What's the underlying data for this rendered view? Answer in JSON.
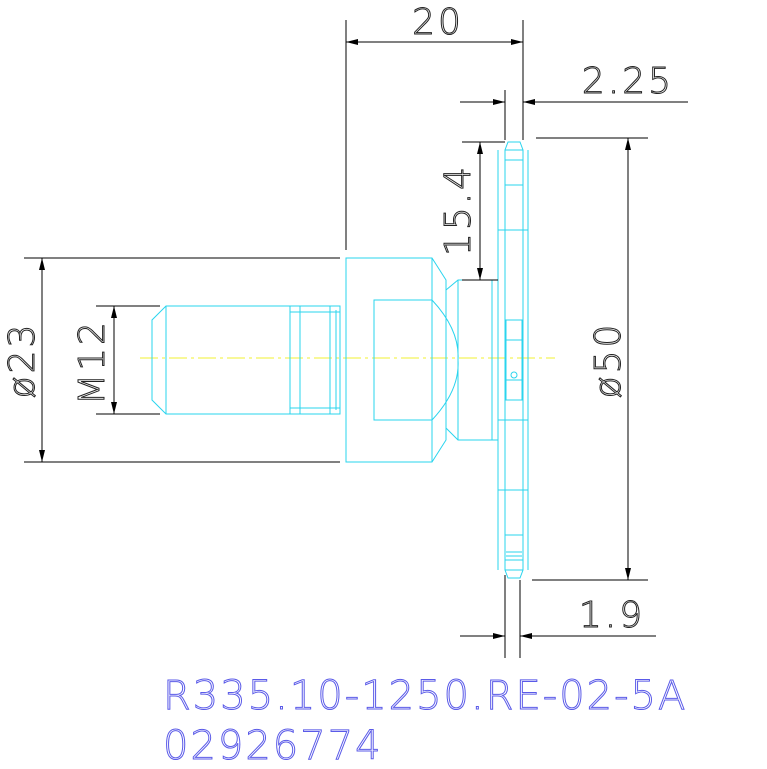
{
  "drawing": {
    "dimensions": {
      "length": "20",
      "flange_thickness": "2.25",
      "height": "15.4",
      "outer_diameter": "ø50",
      "shank_diameter": "ø23",
      "thread": "M12",
      "edge_thickness": "1.9"
    },
    "colors": {
      "geometry": "#2ad4ee",
      "dimension": "#000000",
      "centerline": "#f0f030",
      "label": "#5a5ae8"
    }
  },
  "title_block": {
    "part_code": "R335.10-1250.RE-02-5A",
    "part_id": "02926774"
  }
}
